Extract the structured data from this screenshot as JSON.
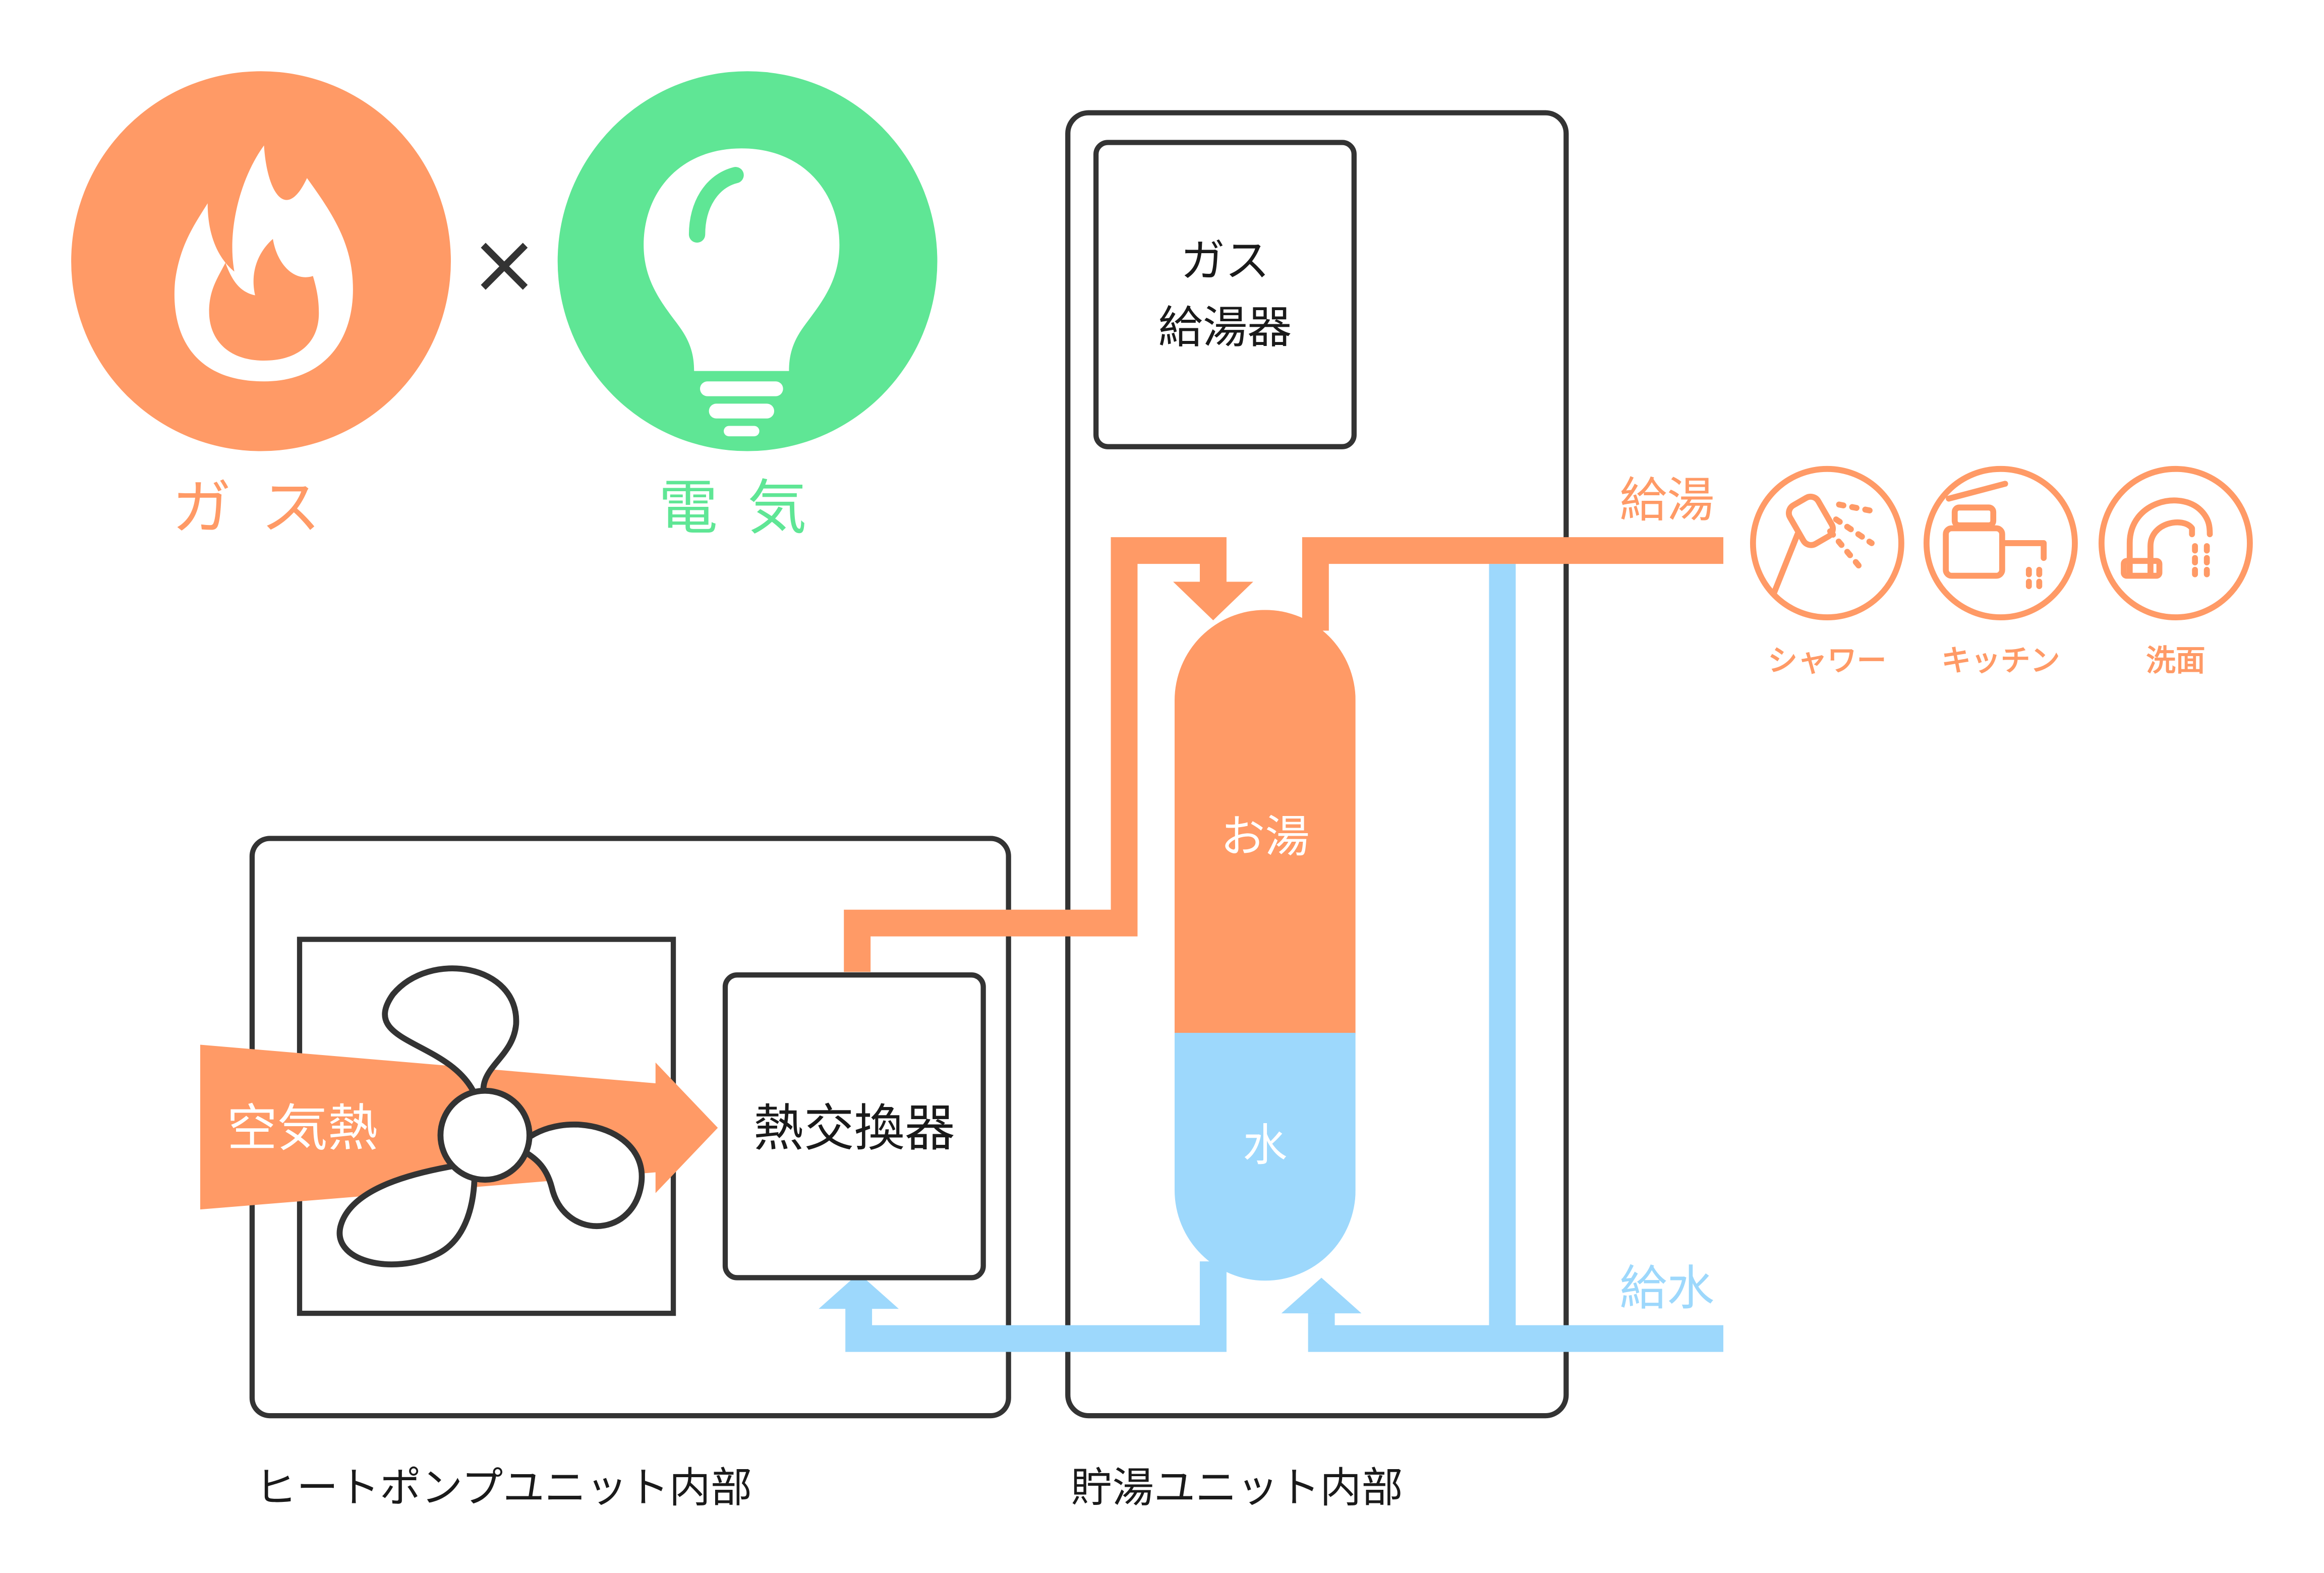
{
  "colors": {
    "gas": "#FF9A66",
    "electric": "#5FE695",
    "water": "#9DD8FC",
    "outline": "#333333",
    "text": "#1a1a1a",
    "white": "#FFFFFF"
  },
  "energy": {
    "gas_label": "ガス",
    "times_symbol": "×",
    "electric_label": "電気",
    "gas_icon": "flame-icon",
    "electric_icon": "lightbulb-icon"
  },
  "hot_water_unit": {
    "gas_heater_line1": "ガス",
    "gas_heater_line2": "給湯器",
    "tank_hot_label": "お湯",
    "tank_water_label": "水",
    "caption": "貯湯ユニット内部"
  },
  "heat_pump_unit": {
    "air_heat_label": "空気熱",
    "heat_exchanger_label": "熱交換器",
    "caption": "ヒートポンプユニット内部",
    "fan_icon": "fan-icon"
  },
  "pipes": {
    "supply_hot_label": "給湯",
    "supply_water_label": "給水"
  },
  "outlets": [
    {
      "label": "シャワー",
      "icon": "shower-icon"
    },
    {
      "label": "キッチン",
      "icon": "kitchen-faucet-icon"
    },
    {
      "label": "洗面",
      "icon": "washbasin-faucet-icon"
    }
  ]
}
